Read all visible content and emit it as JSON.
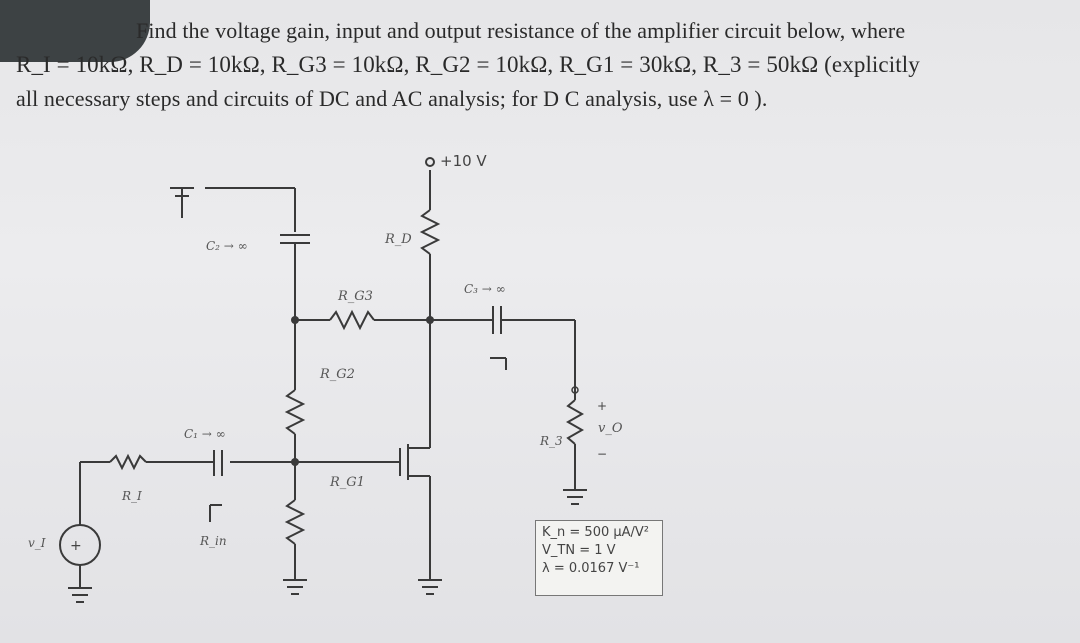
{
  "question": {
    "line1": "Find the voltage gain, input and output resistance of the amplifier circuit below, where",
    "line2": "R_I = 10kΩ, R_D = 10kΩ, R_G3 = 10kΩ, R_G2 = 10kΩ, R_G1 = 30kΩ, R_3 = 50kΩ  (explicitly",
    "line3": "all necessary steps and circuits of DC and AC analysis; for D C analysis, use λ = 0 )."
  },
  "circuit": {
    "supply": "+10 V",
    "rd": "R_D",
    "rg3": "R_G3",
    "rg2": "R_G2",
    "rg1": "R_G1",
    "ri": "R_I",
    "rin": "R_in",
    "r3": "R_3",
    "c1": "C₁ → ∞",
    "c2": "C₂ → ∞",
    "c3": "C₃ → ∞",
    "vi": "v_I",
    "vo": "v_O",
    "vo_plus": "+",
    "vo_minus": "−"
  },
  "spec": {
    "kn": "K_n = 500 μA/V²",
    "vtn": "V_TN = 1 V",
    "lambda": "λ = 0.0167 V⁻¹"
  }
}
